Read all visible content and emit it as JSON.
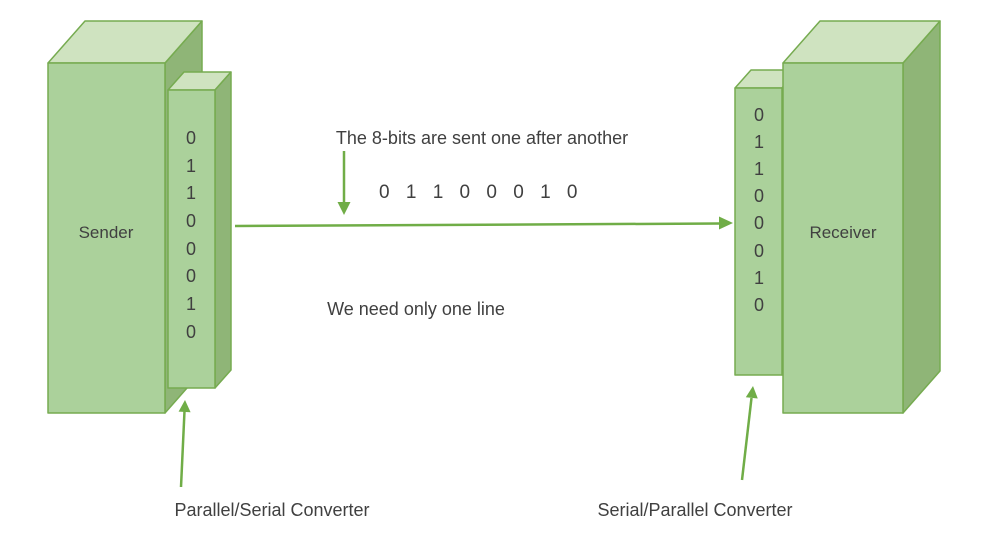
{
  "colors": {
    "box_front": "#abd19b",
    "box_top": "#cfe3c0",
    "box_side": "#8fb577",
    "box_stroke": "#76ab50",
    "arrow": "#70ad47",
    "text": "#404040"
  },
  "sender": {
    "label": "Sender",
    "bits": [
      "0",
      "1",
      "1",
      "0",
      "0",
      "0",
      "1",
      "0"
    ]
  },
  "receiver": {
    "label": "Receiver",
    "bits": [
      "0",
      "1",
      "1",
      "0",
      "0",
      "0",
      "1",
      "0"
    ]
  },
  "channel": {
    "caption_top": "The 8-bits are sent one after another",
    "bits_inline": "0 1 1 0 0 0 1 0",
    "caption_bottom": "We need only one line"
  },
  "annotations": {
    "sender_converter": "Parallel/Serial Converter",
    "receiver_converter": "Serial/Parallel Converter"
  }
}
